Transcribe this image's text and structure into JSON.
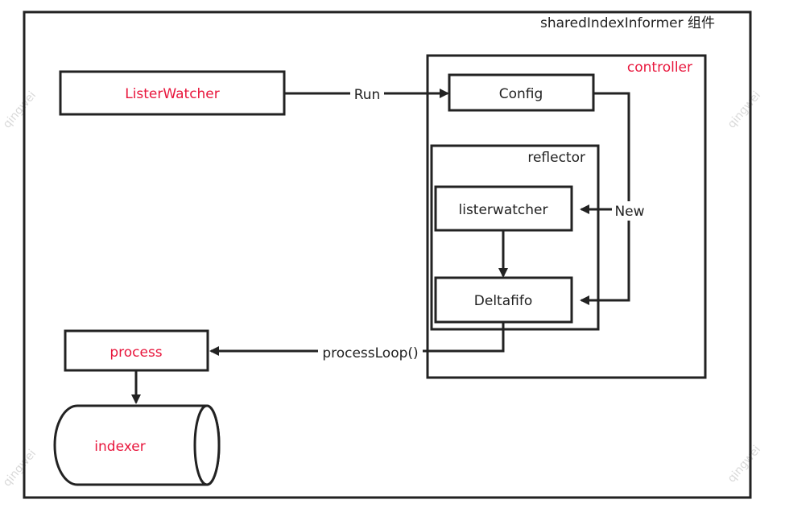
{
  "outer_title": "sharedIndexInformer 组件",
  "controller_title": "controller",
  "reflector_title": "reflector",
  "boxes": {
    "listerwatcher_main": "ListerWatcher",
    "config": "Config",
    "listerwatcher_inner": "listerwatcher",
    "deltafifo": "Deltafifo",
    "process": "process",
    "indexer": "indexer"
  },
  "edges": {
    "run": "Run",
    "new": "New",
    "process_loop": "processLoop()"
  },
  "watermark": "qingwei",
  "colors": {
    "accent_red": "#e8163c",
    "stroke": "#222222",
    "watermark": "#d9d9d9"
  }
}
